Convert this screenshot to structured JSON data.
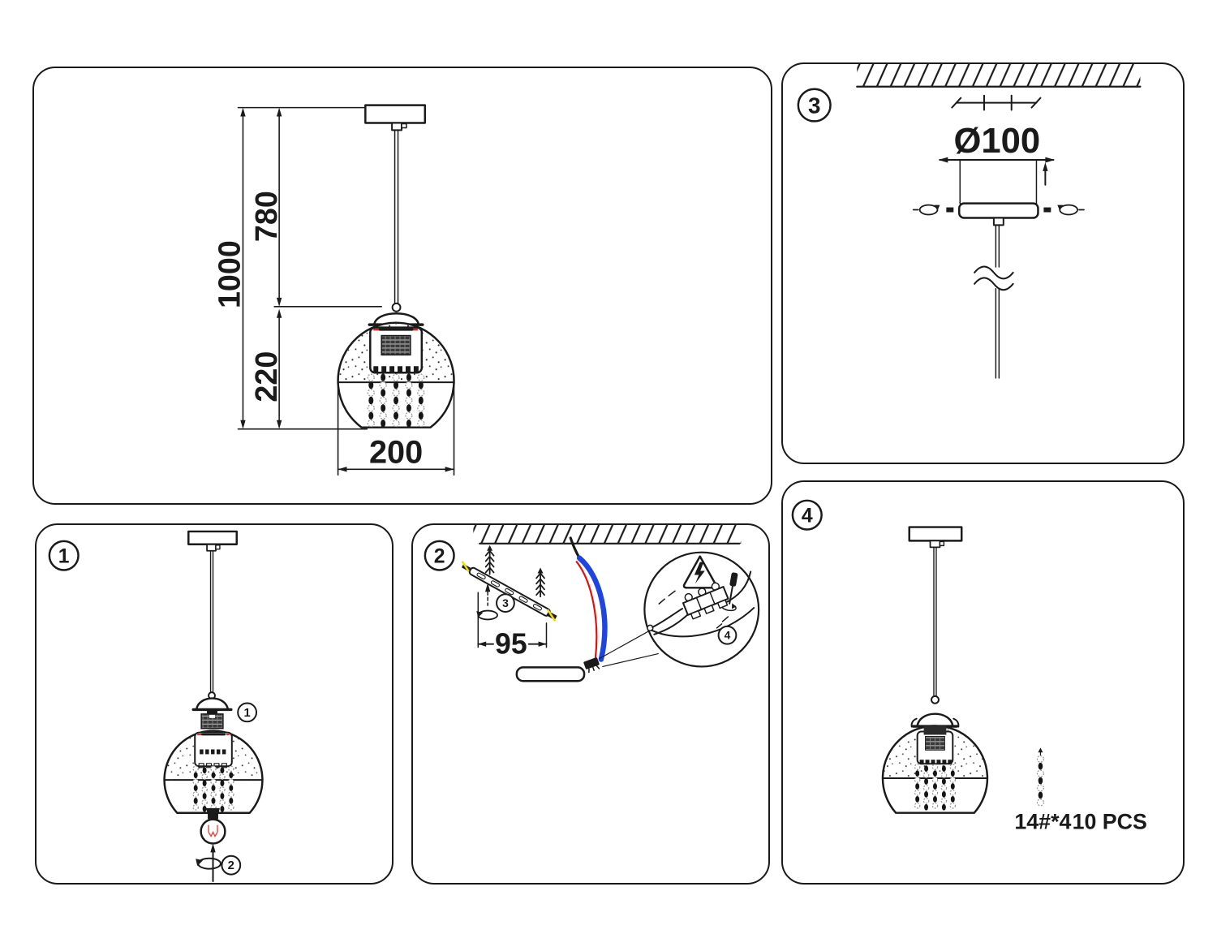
{
  "colors": {
    "line": "#1a1a1a",
    "wire_blue": "#1e45e0",
    "wire_red": "#e01010",
    "filament_red": "#e8423a",
    "screw_highlight": "#f2dc00",
    "gasket_red": "#d42a22",
    "bead_gray": "#999999",
    "background": "#ffffff"
  },
  "panel_dimensions": {
    "overall_height": "1000",
    "cord_height": "780",
    "shade_height": "220",
    "shade_diameter": "200"
  },
  "panel_step3": {
    "badge": "3",
    "canopy_diameter": "Ø100"
  },
  "panel_step1": {
    "badge": "1",
    "callout_socket": "1",
    "callout_bulb": "2"
  },
  "panel_step2": {
    "badge": "2",
    "hole_spacing": "95",
    "callout_screw": "3",
    "callout_terminal": "4"
  },
  "panel_step4": {
    "badge": "4",
    "hardware_code": "14#*4",
    "hardware_qty": "10 PCS"
  },
  "icons": {
    "electric-warning-icon": "triangle with lightning bolt",
    "screwdriver-icon": "screwdriver",
    "rotation-arrow-icon": "curved rotation arrow",
    "wall-anchor-icon": "expansion wall plug",
    "cable-break-icon": "wavy break lines",
    "ceiling-hatch-icon": "diagonal hatching"
  }
}
